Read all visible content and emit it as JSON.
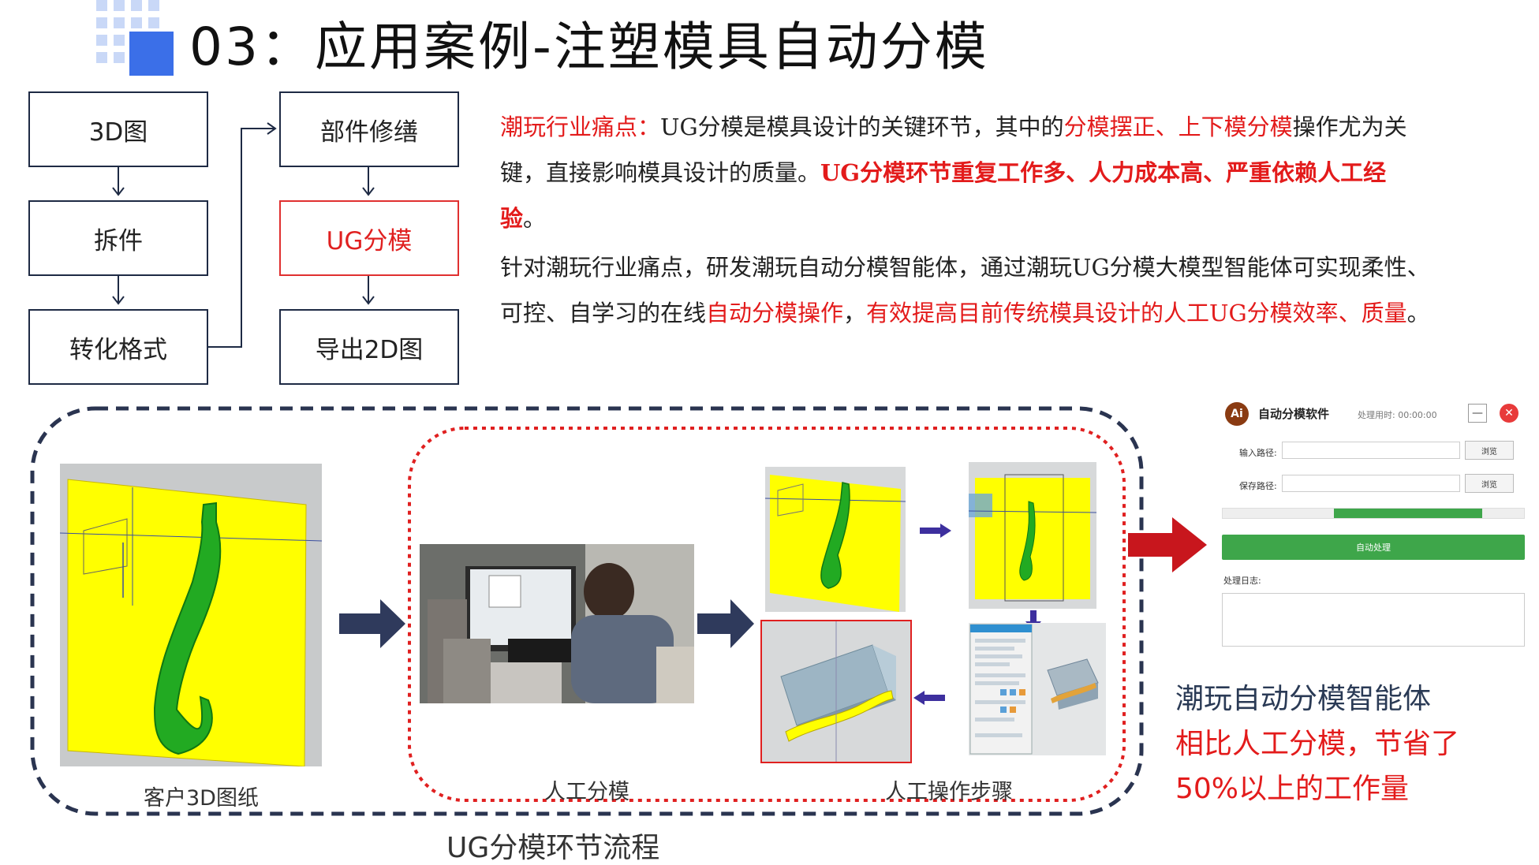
{
  "header": {
    "title": "03：应用案例-注塑模具自动分模"
  },
  "flowchart": {
    "left_column": [
      "3D图",
      "拆件",
      "转化格式"
    ],
    "right_column": [
      "部件修缮",
      "UG分模",
      "导出2D图"
    ],
    "highlighted": "UG分模"
  },
  "paragraph1": {
    "lead": "潮玩行业痛点：",
    "text1": "UG分模是模具设计的关键环节，其中的",
    "red1": "分模摆正、上下模分模",
    "text2": "操作尤为关键，直接影响模具设计的质量。",
    "red_bold": "UG分模环节重复工作多、人力成本高、严重依赖人工经验",
    "end": "。"
  },
  "paragraph2": {
    "text1": "针对潮玩行业痛点，研发潮玩自动分模智能体，通过潮玩UG分模大模型智能体可实现柔性、可控、自学习的在线",
    "red1": "自动分模操作",
    "text2": "，",
    "red2": "有效提高目前传统模具设计的人工UG分模效率、质量",
    "end": "。"
  },
  "process": {
    "caption_customer": "客户3D图纸",
    "caption_manual": "人工分模",
    "caption_steps": "人工操作步骤",
    "caption_flow": "UG分模环节流程"
  },
  "software": {
    "logo": "Ai",
    "title": "自动分模软件",
    "timer": "处理用时: 00:00:00",
    "minimize": "—",
    "close": "✕",
    "input_label": "输入路径:",
    "save_label": "保存路径:",
    "browse1": "浏览",
    "browse2": "浏览",
    "run_button": "自动处理",
    "log_label": "处理日志:",
    "progress_start": 0.37,
    "progress_end": 0.86
  },
  "conclusion": {
    "line1": "潮玩自动分模智能体",
    "line2": "相比人工分模，节省了",
    "line3": "50%以上的工作量"
  },
  "colors": {
    "accent_blue": "#3b6fe8",
    "red": "#e31b1b",
    "green": "#3ea64a",
    "navy": "#2a3450"
  }
}
